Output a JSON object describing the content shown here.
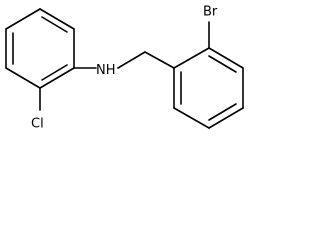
{
  "molecule": {
    "atoms": {
      "bromine": "Br",
      "amine": "H",
      "amine_n": "N",
      "chlorine": "Cl"
    }
  }
}
